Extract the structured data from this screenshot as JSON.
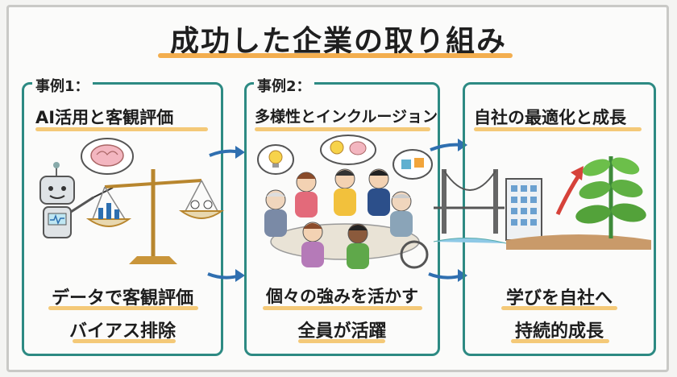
{
  "title": "成功した企業の取り組み",
  "panels": [
    {
      "case": "事例1：",
      "heading": "AI活用と客観評価",
      "bottom_line1": "データで客観評価",
      "bottom_line2": "バイアス排除"
    },
    {
      "case": "事例2：",
      "heading": "多様性とインクルージョン",
      "bottom_line1": "個々の強みを活かす",
      "bottom_line2": "全員が活躍"
    },
    {
      "case": "",
      "heading": "自社の最適化と成長",
      "bottom_line1": "学びを自社へ",
      "bottom_line2": "持続的成長"
    }
  ],
  "colors": {
    "panel_border": "#2d8a83",
    "title_underline": "#f2a53c",
    "arrow": "#2f6fb0"
  }
}
